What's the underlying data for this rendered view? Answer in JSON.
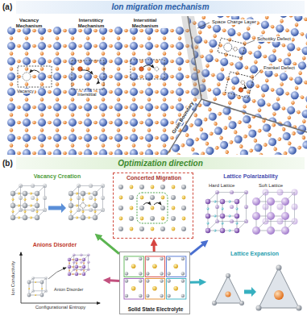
{
  "diagram": {
    "nodes": [
      {
        "text": [
          "Ion migration mechanism"
        ]
      },
      {
        "text": [
          "Optimization direction"
        ]
      },
      {
        "text": [
          "Vacancy Creation"
        ]
      },
      {
        "text": [
          "Concerted Migration"
        ]
      },
      {
        "text": [
          "Lattice Polarizability",
          "Hard Lattice",
          "Soft Lattice"
        ]
      },
      {
        "text": [
          "Anions Disorder",
          "Ion Conductivity",
          "Configurational Entropy",
          "Anion Disorder"
        ]
      },
      {
        "text": [
          "Solid State Electrolyte"
        ]
      },
      {
        "text": [
          "Lattice Expansion"
        ]
      }
    ],
    "edges": [
      {
        "from": 6,
        "to": 2,
        "arrow": "to"
      },
      {
        "from": 6,
        "to": 3,
        "arrow": "to"
      },
      {
        "from": 6,
        "to": 4,
        "arrow": "to"
      },
      {
        "from": 6,
        "to": 5,
        "arrow": "to"
      },
      {
        "from": 6,
        "to": 7,
        "arrow": "to"
      }
    ],
    "labels": [
      "(a)",
      "Vacancy Mechanism",
      "Interstiticy Mechanism",
      "Interstitial Mechanism",
      "Space Charge Layer",
      "Schottky Defect",
      "Frenkel Defect",
      "Vacancy",
      "Interstitial",
      "Grain Boundary",
      "(b)"
    ]
  }
}
